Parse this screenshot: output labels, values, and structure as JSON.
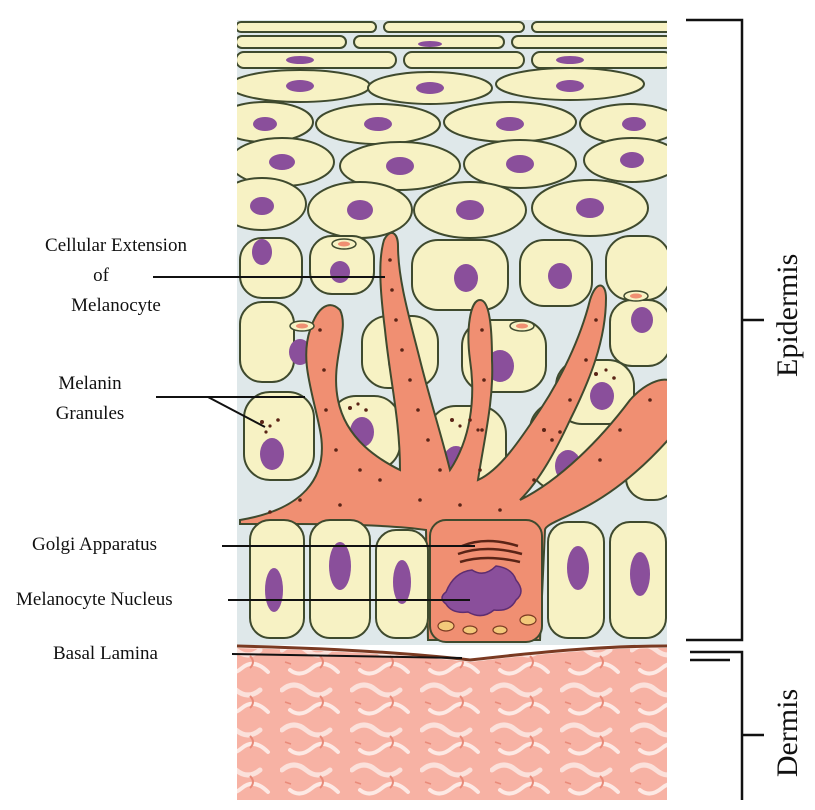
{
  "labels": {
    "cellular_extension_line1": "Cellular Extension",
    "cellular_extension_line2": "of",
    "cellular_extension_line3": "Melanocyte",
    "melanin_line1": "Melanin",
    "melanin_line2": "Granules",
    "golgi": "Golgi Apparatus",
    "melanocyte_nucleus": "Melanocyte Nucleus",
    "basal_lamina": "Basal Lamina"
  },
  "side_labels": {
    "epidermis": "Epidermis",
    "dermis": "Dermis"
  },
  "colors": {
    "cell_fill": "#f7f2c4",
    "cell_outline": "#3f4a2e",
    "intercellular": "#dfe8ea",
    "nucleus": "#8a4f9b",
    "melanocyte": "#f08f72",
    "granule": "#5a2416",
    "dermis": "#f6a99a"
  }
}
